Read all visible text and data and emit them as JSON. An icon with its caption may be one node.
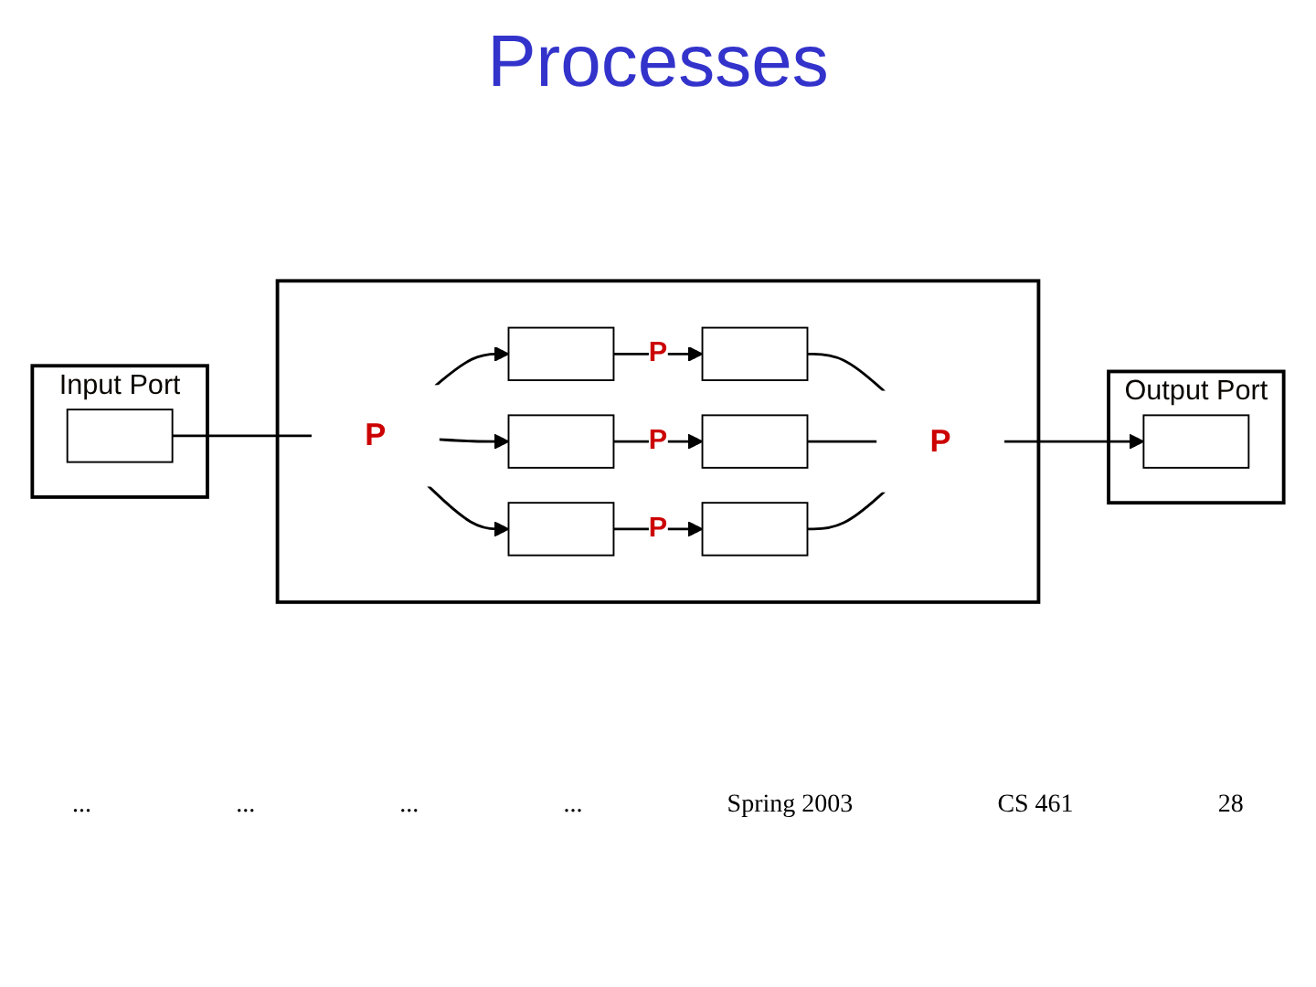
{
  "diagram": {
    "title": "Processes",
    "nodes": [
      {
        "text": [
          "Input Port"
        ]
      },
      {
        "text": [],
        "shape": "box",
        "in": 0
      },
      {
        "text": [],
        "shape": "box"
      },
      {
        "text": [
          "P"
        ],
        "in": 2
      },
      {
        "text": [],
        "shape": "box",
        "in": 2
      },
      {
        "text": [],
        "shape": "box",
        "in": 2
      },
      {
        "text": [],
        "shape": "box",
        "in": 2
      },
      {
        "text": [],
        "shape": "box",
        "in": 2
      },
      {
        "text": [],
        "shape": "box",
        "in": 2
      },
      {
        "text": [],
        "shape": "box",
        "in": 2
      },
      {
        "text": [
          "P"
        ],
        "in": 2
      },
      {
        "text": [
          "Output Port"
        ]
      },
      {
        "text": [],
        "shape": "box",
        "in": 11
      }
    ],
    "edges": [
      {
        "from": 1,
        "to": 3,
        "arrow": "none"
      },
      {
        "from": 3,
        "to": 4,
        "arrow": "to"
      },
      {
        "from": 3,
        "to": 5,
        "arrow": "to"
      },
      {
        "from": 3,
        "to": 6,
        "arrow": "to"
      },
      {
        "from": 4,
        "to": 7,
        "label": "P",
        "arrow": "to"
      },
      {
        "from": 5,
        "to": 8,
        "label": "P",
        "arrow": "to"
      },
      {
        "from": 6,
        "to": 9,
        "label": "P",
        "arrow": "to"
      },
      {
        "from": 7,
        "to": 10,
        "arrow": "none"
      },
      {
        "from": 8,
        "to": 10,
        "arrow": "none"
      },
      {
        "from": 9,
        "to": 10,
        "arrow": "none"
      },
      {
        "from": 10,
        "to": 12,
        "arrow": "to"
      }
    ],
    "labels": [
      "...",
      "...",
      "...",
      "...",
      "Spring 2003",
      "CS 461",
      "28"
    ]
  }
}
